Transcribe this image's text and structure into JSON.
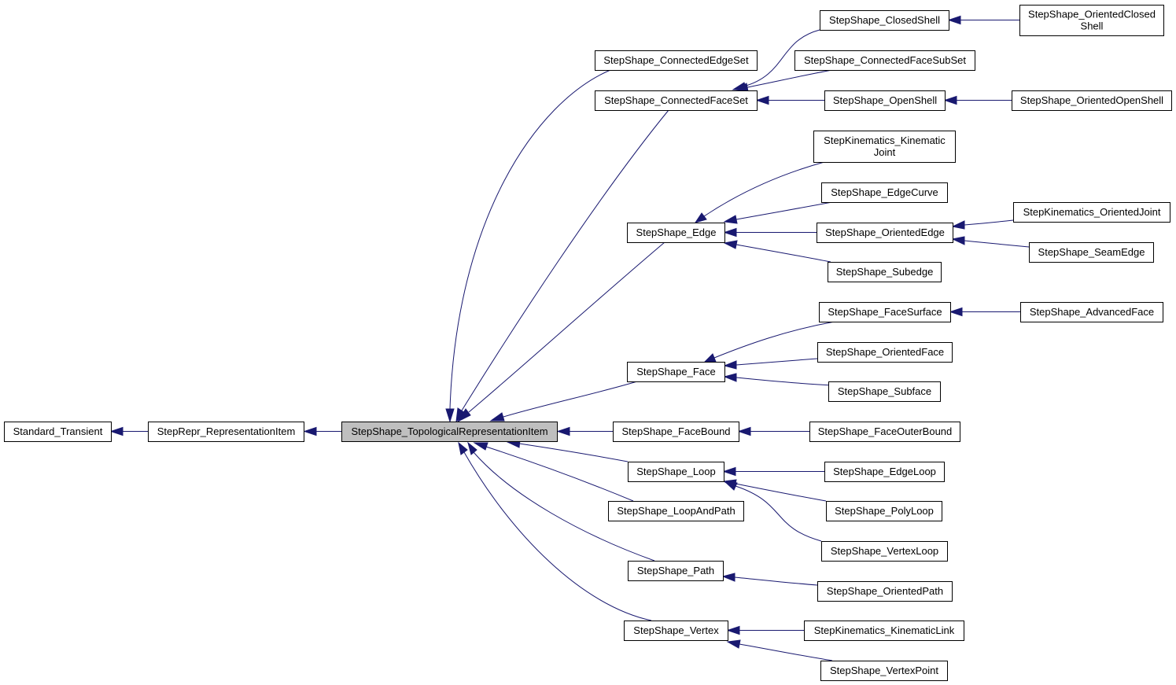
{
  "nodes": [
    {
      "id": "standard-transient",
      "lines": [
        "Standard_Transient"
      ]
    },
    {
      "id": "repr-item",
      "lines": [
        "StepRepr_RepresentationItem"
      ]
    },
    {
      "id": "topo-item",
      "lines": [
        "StepShape_TopologicalRepresentationItem"
      ],
      "focus": true
    },
    {
      "id": "connected-edge-set",
      "lines": [
        "StepShape_ConnectedEdgeSet"
      ]
    },
    {
      "id": "connected-face-set",
      "lines": [
        "StepShape_ConnectedFaceSet"
      ]
    },
    {
      "id": "closed-shell",
      "lines": [
        "StepShape_ClosedShell"
      ]
    },
    {
      "id": "oriented-closed-shell",
      "lines": [
        "StepShape_OrientedClosed",
        "Shell"
      ]
    },
    {
      "id": "connected-face-subset",
      "lines": [
        "StepShape_ConnectedFaceSubSet"
      ]
    },
    {
      "id": "open-shell",
      "lines": [
        "StepShape_OpenShell"
      ]
    },
    {
      "id": "oriented-open-shell",
      "lines": [
        "StepShape_OrientedOpenShell"
      ]
    },
    {
      "id": "kinematic-joint",
      "lines": [
        "StepKinematics_Kinematic",
        "Joint"
      ]
    },
    {
      "id": "edge-curve",
      "lines": [
        "StepShape_EdgeCurve"
      ]
    },
    {
      "id": "edge",
      "lines": [
        "StepShape_Edge"
      ]
    },
    {
      "id": "oriented-edge",
      "lines": [
        "StepShape_OrientedEdge"
      ]
    },
    {
      "id": "oriented-joint",
      "lines": [
        "StepKinematics_OrientedJoint"
      ]
    },
    {
      "id": "seam-edge",
      "lines": [
        "StepShape_SeamEdge"
      ]
    },
    {
      "id": "subedge",
      "lines": [
        "StepShape_Subedge"
      ]
    },
    {
      "id": "face-surface",
      "lines": [
        "StepShape_FaceSurface"
      ]
    },
    {
      "id": "advanced-face",
      "lines": [
        "StepShape_AdvancedFace"
      ]
    },
    {
      "id": "face",
      "lines": [
        "StepShape_Face"
      ]
    },
    {
      "id": "oriented-face",
      "lines": [
        "StepShape_OrientedFace"
      ]
    },
    {
      "id": "subface",
      "lines": [
        "StepShape_Subface"
      ]
    },
    {
      "id": "face-bound",
      "lines": [
        "StepShape_FaceBound"
      ]
    },
    {
      "id": "face-outer-bound",
      "lines": [
        "StepShape_FaceOuterBound"
      ]
    },
    {
      "id": "loop",
      "lines": [
        "StepShape_Loop"
      ]
    },
    {
      "id": "edge-loop",
      "lines": [
        "StepShape_EdgeLoop"
      ]
    },
    {
      "id": "loop-and-path",
      "lines": [
        "StepShape_LoopAndPath"
      ]
    },
    {
      "id": "poly-loop",
      "lines": [
        "StepShape_PolyLoop"
      ]
    },
    {
      "id": "vertex-loop",
      "lines": [
        "StepShape_VertexLoop"
      ]
    },
    {
      "id": "path",
      "lines": [
        "StepShape_Path"
      ]
    },
    {
      "id": "oriented-path",
      "lines": [
        "StepShape_OrientedPath"
      ]
    },
    {
      "id": "vertex",
      "lines": [
        "StepShape_Vertex"
      ]
    },
    {
      "id": "kinematic-link",
      "lines": [
        "StepKinematics_KinematicLink"
      ]
    },
    {
      "id": "vertex-point",
      "lines": [
        "StepShape_VertexPoint"
      ]
    }
  ],
  "edges": [
    {
      "from": "repr-item",
      "to": "standard-transient"
    },
    {
      "from": "topo-item",
      "to": "repr-item"
    },
    {
      "from": "connected-edge-set",
      "to": "topo-item"
    },
    {
      "from": "connected-face-set",
      "to": "topo-item"
    },
    {
      "from": "edge",
      "to": "topo-item"
    },
    {
      "from": "face",
      "to": "topo-item"
    },
    {
      "from": "face-bound",
      "to": "topo-item"
    },
    {
      "from": "loop",
      "to": "topo-item"
    },
    {
      "from": "loop-and-path",
      "to": "topo-item"
    },
    {
      "from": "path",
      "to": "topo-item"
    },
    {
      "from": "vertex",
      "to": "topo-item"
    },
    {
      "from": "closed-shell",
      "to": "connected-face-set"
    },
    {
      "from": "connected-face-subset",
      "to": "connected-face-set"
    },
    {
      "from": "open-shell",
      "to": "connected-face-set"
    },
    {
      "from": "oriented-closed-shell",
      "to": "closed-shell"
    },
    {
      "from": "oriented-open-shell",
      "to": "open-shell"
    },
    {
      "from": "kinematic-joint",
      "to": "edge"
    },
    {
      "from": "edge-curve",
      "to": "edge"
    },
    {
      "from": "oriented-edge",
      "to": "edge"
    },
    {
      "from": "subedge",
      "to": "edge"
    },
    {
      "from": "oriented-joint",
      "to": "oriented-edge"
    },
    {
      "from": "seam-edge",
      "to": "oriented-edge"
    },
    {
      "from": "face-surface",
      "to": "face"
    },
    {
      "from": "oriented-face",
      "to": "face"
    },
    {
      "from": "subface",
      "to": "face"
    },
    {
      "from": "advanced-face",
      "to": "face-surface"
    },
    {
      "from": "face-outer-bound",
      "to": "face-bound"
    },
    {
      "from": "edge-loop",
      "to": "loop"
    },
    {
      "from": "poly-loop",
      "to": "loop"
    },
    {
      "from": "vertex-loop",
      "to": "loop"
    },
    {
      "from": "oriented-path",
      "to": "path"
    },
    {
      "from": "kinematic-link",
      "to": "vertex"
    },
    {
      "from": "vertex-point",
      "to": "vertex"
    }
  ]
}
